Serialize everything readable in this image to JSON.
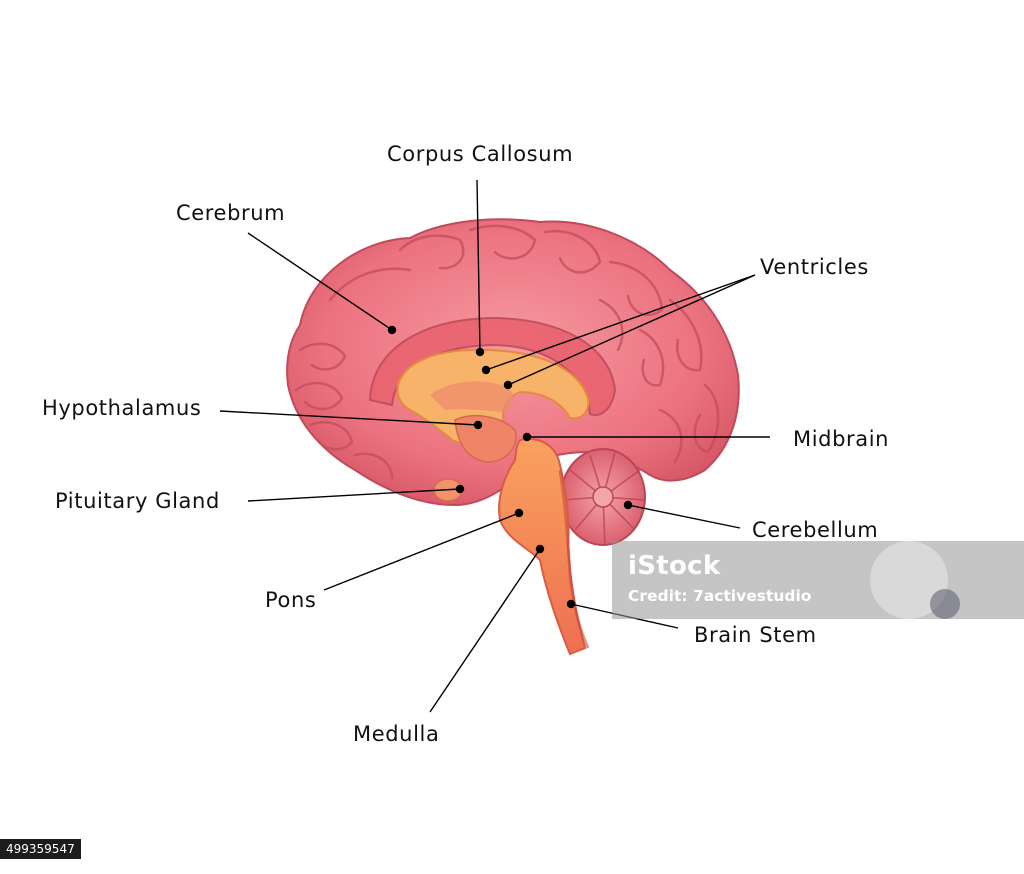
{
  "labels": {
    "corpus_callosum": "Corpus Callosum",
    "cerebrum": "Cerebrum",
    "ventricles": "Ventricles",
    "hypothalamus": "Hypothalamus",
    "midbrain": "Midbrain",
    "pituitary_gland": "Pituitary Gland",
    "cerebellum": "Cerebellum",
    "pons": "Pons",
    "brain_stem": "Brain Stem",
    "medulla": "Medulla"
  },
  "watermark": {
    "logo": "iStock",
    "credit": "Credit: 7activestudio"
  },
  "stock_id": "499359547",
  "colors": {
    "cortex": "#ef7a83",
    "cortex_dark": "#c94e5c",
    "inner": "#f7b06a",
    "stem": "#f3874c",
    "leader": "#000000"
  }
}
